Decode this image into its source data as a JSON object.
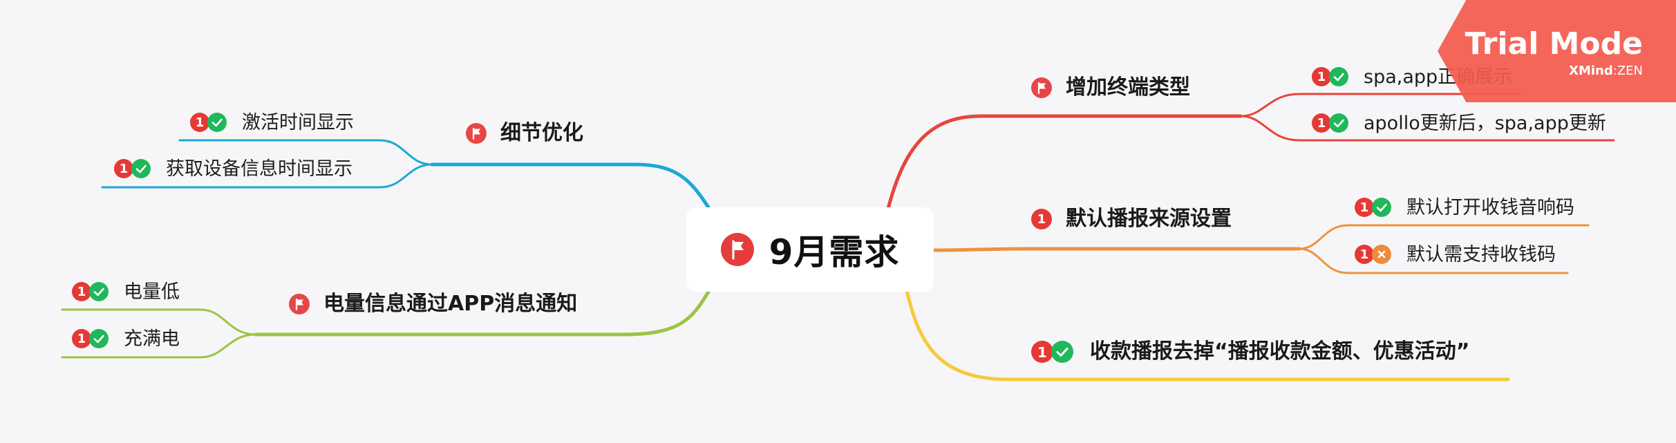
{
  "root": {
    "title": "9月需求",
    "marker": "flag-icon"
  },
  "branches": [
    {
      "id": "terminal",
      "label": "增加终端类型",
      "color": "#e8453c",
      "marker": "flag",
      "children": [
        {
          "label": "spa,app正确展示",
          "priority": "1",
          "status": "done"
        },
        {
          "label": "apollo更新后，spa,app更新",
          "priority": "1",
          "status": "done"
        }
      ]
    },
    {
      "id": "source",
      "label": "默认播报来源设置",
      "color": "#f0923b",
      "marker": "priority",
      "children": [
        {
          "label": "默认打开收钱音响码",
          "priority": "1",
          "status": "done"
        },
        {
          "label": "默认需支持收钱码",
          "priority": "1",
          "status": "cancelled"
        }
      ]
    },
    {
      "id": "remove",
      "label": "收款播报去掉“播报收款金额、优惠活动”",
      "color": "#f7c93b",
      "marker": "priority-done",
      "children": []
    },
    {
      "id": "detail",
      "label": "细节优化",
      "color": "#1aa8d6",
      "marker": "flag",
      "children": [
        {
          "label": "激活时间显示",
          "priority": "1",
          "status": "done"
        },
        {
          "label": "获取设备信息时间显示",
          "priority": "1",
          "status": "done"
        }
      ]
    },
    {
      "id": "battery",
      "label": "电量信息通过APP消息通知",
      "color": "#9bc443",
      "marker": "flag",
      "children": [
        {
          "label": "电量低",
          "priority": "1",
          "status": "done"
        },
        {
          "label": "充满电",
          "priority": "1",
          "status": "done"
        }
      ]
    }
  ],
  "watermark": {
    "title": "Trial Mode",
    "brand": "XMind",
    "edition": "ZEN"
  }
}
